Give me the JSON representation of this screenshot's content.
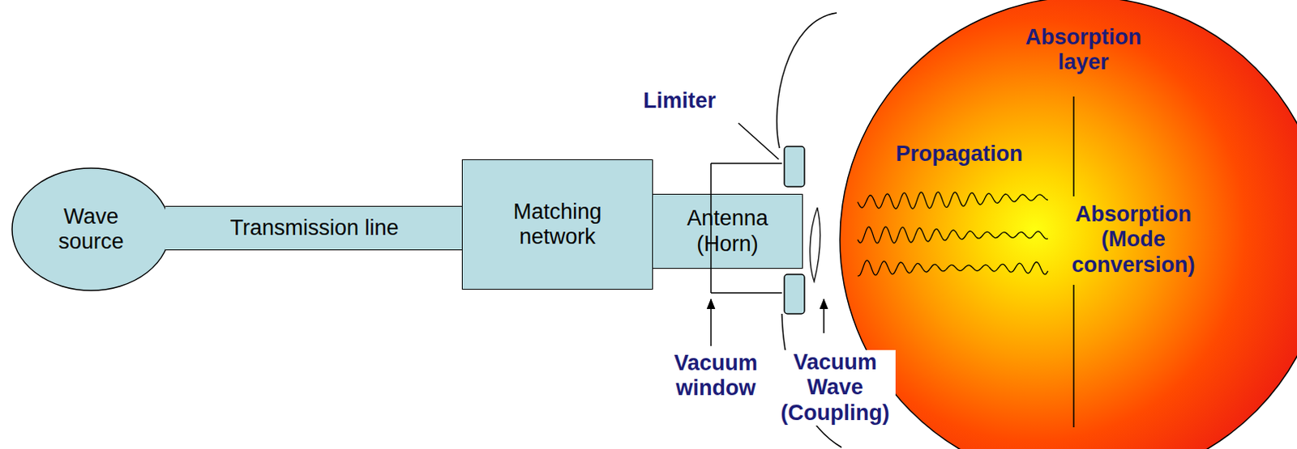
{
  "diagram": {
    "nodes": [
      {
        "text": [
          "Wave source"
        ]
      },
      {
        "text": [
          "Transmission line"
        ]
      },
      {
        "text": [
          "Matching network"
        ]
      },
      {
        "text": [
          "Antenna (Horn)"
        ]
      },
      {
        "text": [
          "Absorption layer",
          "Propagation",
          "Absorption (Mode conversion)"
        ]
      }
    ],
    "labels": [
      "Limiter",
      "Vacuum window",
      "Vacuum Wave (Coupling)"
    ]
  }
}
